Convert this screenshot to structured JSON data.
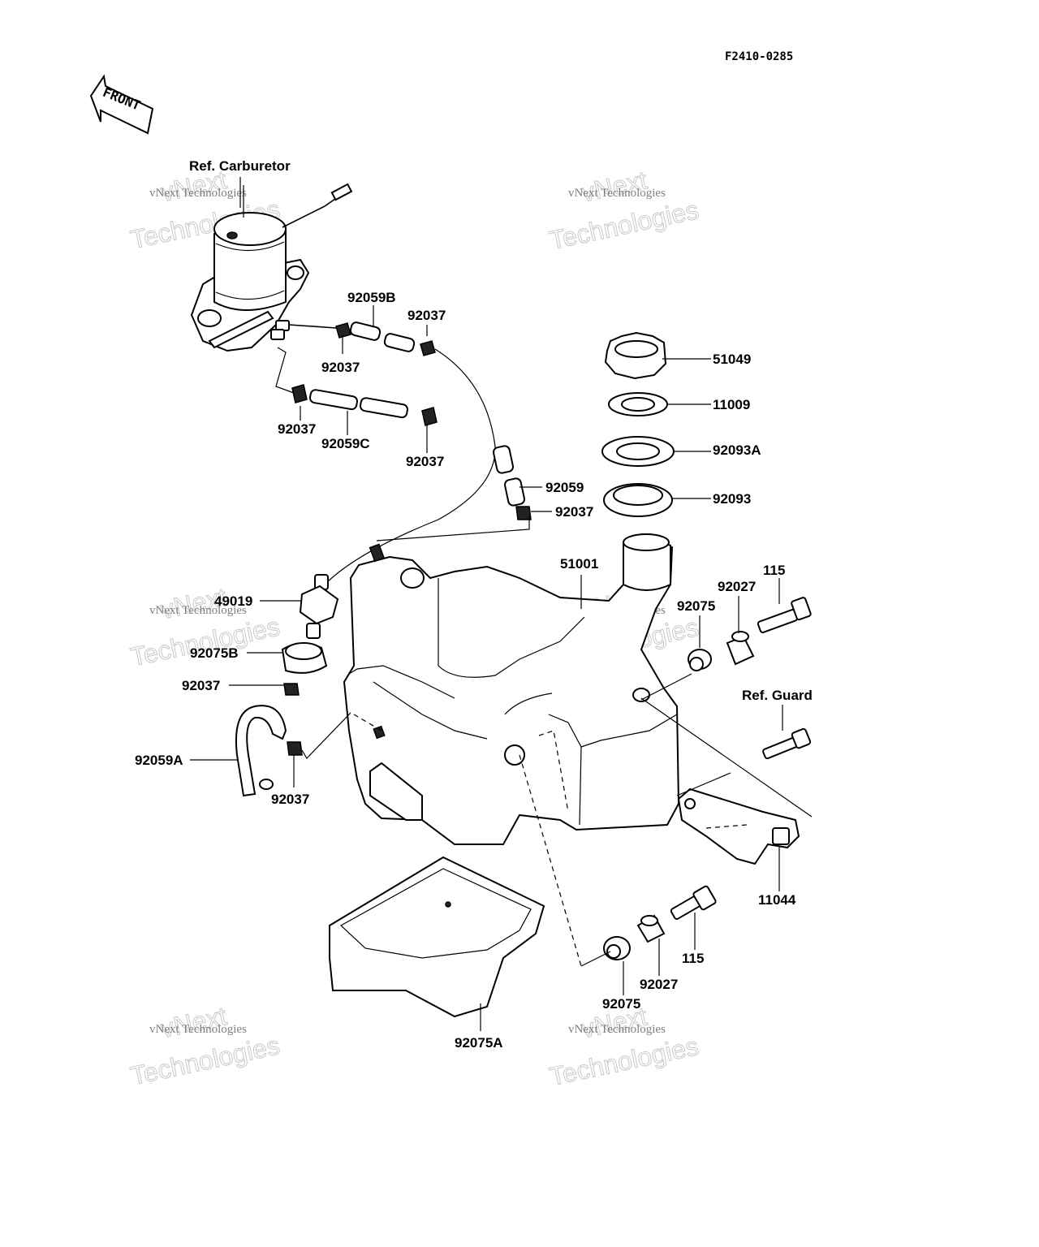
{
  "diagram_code": "F2410-0285",
  "front_label": "FRONT",
  "ref_labels": {
    "carburetor": "Ref. Carburetor",
    "guard": "Ref. Guard"
  },
  "parts": {
    "p92059B": "92059B",
    "p92037_top_right": "92037",
    "p92037_top_mid": "92037",
    "p92037_lower_left": "92037",
    "p92059C": "92059C",
    "p92037_lower_right": "92037",
    "p51049": "51049",
    "p11009": "11009",
    "p92093A": "92093A",
    "p92093": "92093",
    "p92059": "92059",
    "p92037_right": "92037",
    "p51001": "51001",
    "p115_top": "115",
    "p92027_top": "92027",
    "p92075_top": "92075",
    "p49019": "49019",
    "p92075B": "92075B",
    "p92037_left": "92037",
    "p92059A": "92059A",
    "p92037_bottom_left": "92037",
    "p11044": "11044",
    "p115_bottom": "115",
    "p92027_bottom": "92027",
    "p92075_bottom": "92075",
    "p92075A": "92075A"
  },
  "watermarks": {
    "line1": "vNext Technologies",
    "line2": "vNext",
    "line3": "Technologies"
  }
}
